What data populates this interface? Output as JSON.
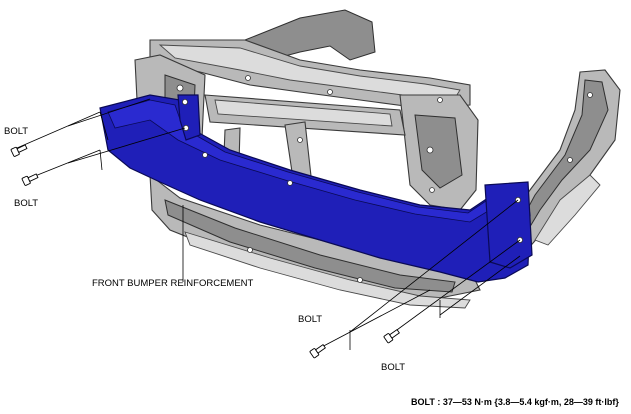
{
  "labels": {
    "bolt_upper_left_1": "BOLT",
    "bolt_upper_left_2": "BOLT",
    "bolt_lower_right_1": "BOLT",
    "bolt_lower_right_2": "BOLT",
    "reinforcement": "FRONT BUMPER REINFORCEMENT"
  },
  "torque_spec": "BOLT : 37—53 N·m {3.8—5.4 kgf·m, 28—39 ft·lbf}",
  "colors": {
    "reinforcement": "#1f1fb8",
    "frame": "#b9b9b9"
  }
}
